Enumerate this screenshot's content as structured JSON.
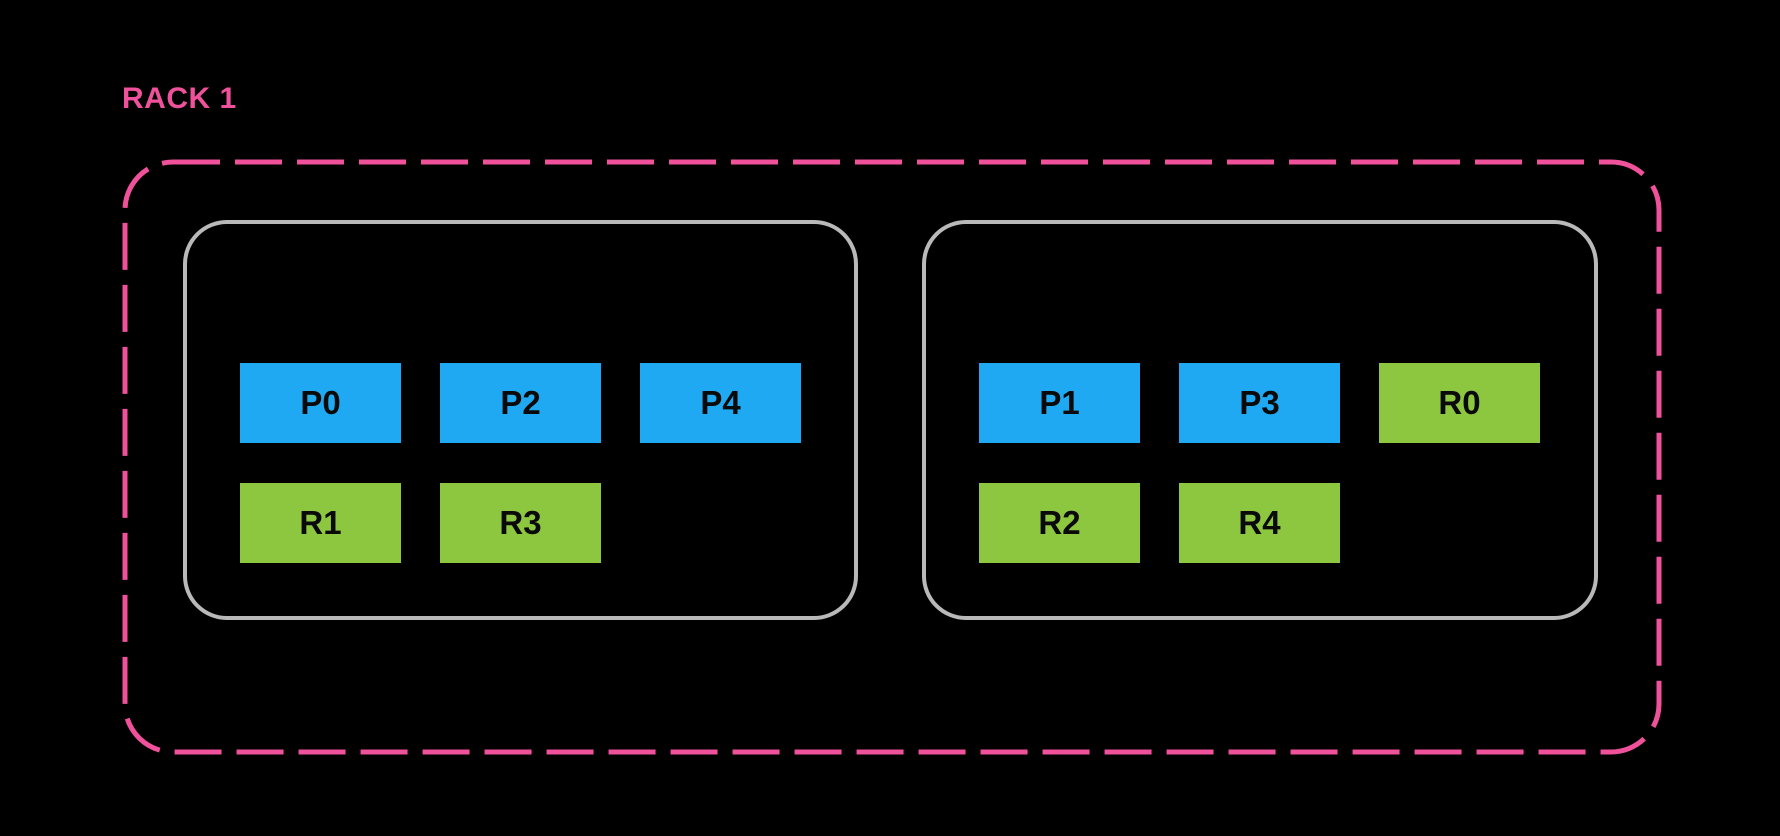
{
  "rack": {
    "label": "RACK 1",
    "nodes": [
      {
        "top_row": [
          {
            "label": "P0",
            "type": "primary"
          },
          {
            "label": "P2",
            "type": "primary"
          },
          {
            "label": "P4",
            "type": "primary"
          }
        ],
        "bottom_row": [
          {
            "label": "R1",
            "type": "replica"
          },
          {
            "label": "R3",
            "type": "replica"
          }
        ]
      },
      {
        "top_row": [
          {
            "label": "P1",
            "type": "primary"
          },
          {
            "label": "P3",
            "type": "primary"
          },
          {
            "label": "R0",
            "type": "replica"
          }
        ],
        "bottom_row": [
          {
            "label": "R2",
            "type": "replica"
          },
          {
            "label": "R4",
            "type": "replica"
          }
        ]
      }
    ]
  },
  "colors": {
    "background": "#000000",
    "rack_border": "#F0519B",
    "rack_label": "#F0519B",
    "node_border": "#B9B9B9",
    "primary_shard": "#1FA9F2",
    "replica_shard": "#8DC63F",
    "shard_text": "#0A0A0A"
  }
}
